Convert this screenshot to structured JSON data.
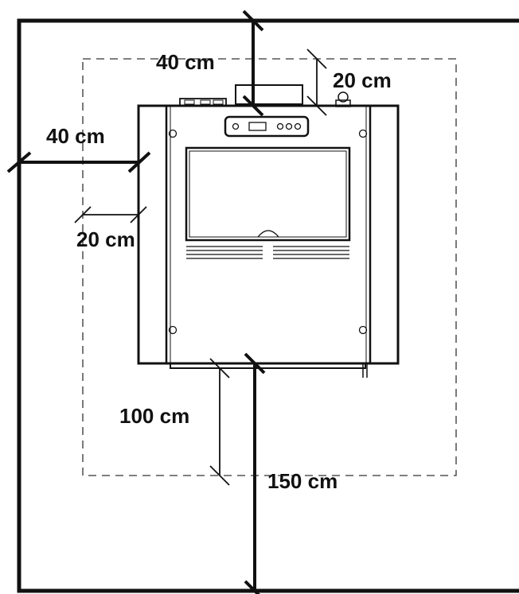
{
  "diagram": {
    "labels": {
      "top_wall": "40 cm",
      "top_right": "20 cm",
      "left_wall": "40 cm",
      "left_side": "20 cm",
      "front_inner": "100 cm",
      "front_wall": "150 cm"
    },
    "colors": {
      "line": "#111111",
      "background": "#ffffff"
    }
  }
}
